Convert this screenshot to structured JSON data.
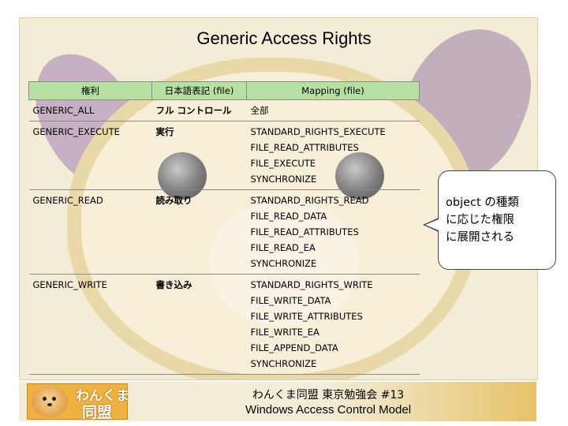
{
  "slide": {
    "title": "Generic Access Rights"
  },
  "table": {
    "headers": [
      "権利",
      "日本語表記 (file)",
      "Mapping (file)"
    ],
    "rows": [
      {
        "right": "GENERIC_ALL",
        "jp": "フル コントロール",
        "mapping": [
          "全部"
        ]
      },
      {
        "right": "GENERIC_EXECUTE",
        "jp": "実行",
        "mapping": [
          "STANDARD_RIGHTS_EXECUTE",
          "FILE_READ_ATTRIBUTES",
          "FILE_EXECUTE",
          "SYNCHRONIZE"
        ]
      },
      {
        "right": "GENERIC_READ",
        "jp": "読み取り",
        "mapping": [
          "STANDARD_RIGHTS_READ",
          "FILE_READ_DATA",
          "FILE_READ_ATTRIBUTES",
          "FILE_READ_EA",
          "SYNCHRONIZE"
        ]
      },
      {
        "right": "GENERIC_WRITE",
        "jp": "書き込み",
        "mapping": [
          "STANDARD_RIGHTS_WRITE",
          "FILE_WRITE_DATA",
          "FILE_WRITE_ATTRIBUTES",
          "FILE_WRITE_EA",
          "FILE_APPEND_DATA",
          "SYNCHRONIZE"
        ]
      }
    ],
    "header_color": "#b6e0a2"
  },
  "callout": {
    "lines": [
      "object の種類",
      "に応じた権限",
      "に展開される"
    ]
  },
  "footer": {
    "logo_line1": "わんくま",
    "logo_line2": "同盟",
    "line1": "わんくま同盟 東京勉強会 #13",
    "line2": "Windows Access Control Model"
  }
}
